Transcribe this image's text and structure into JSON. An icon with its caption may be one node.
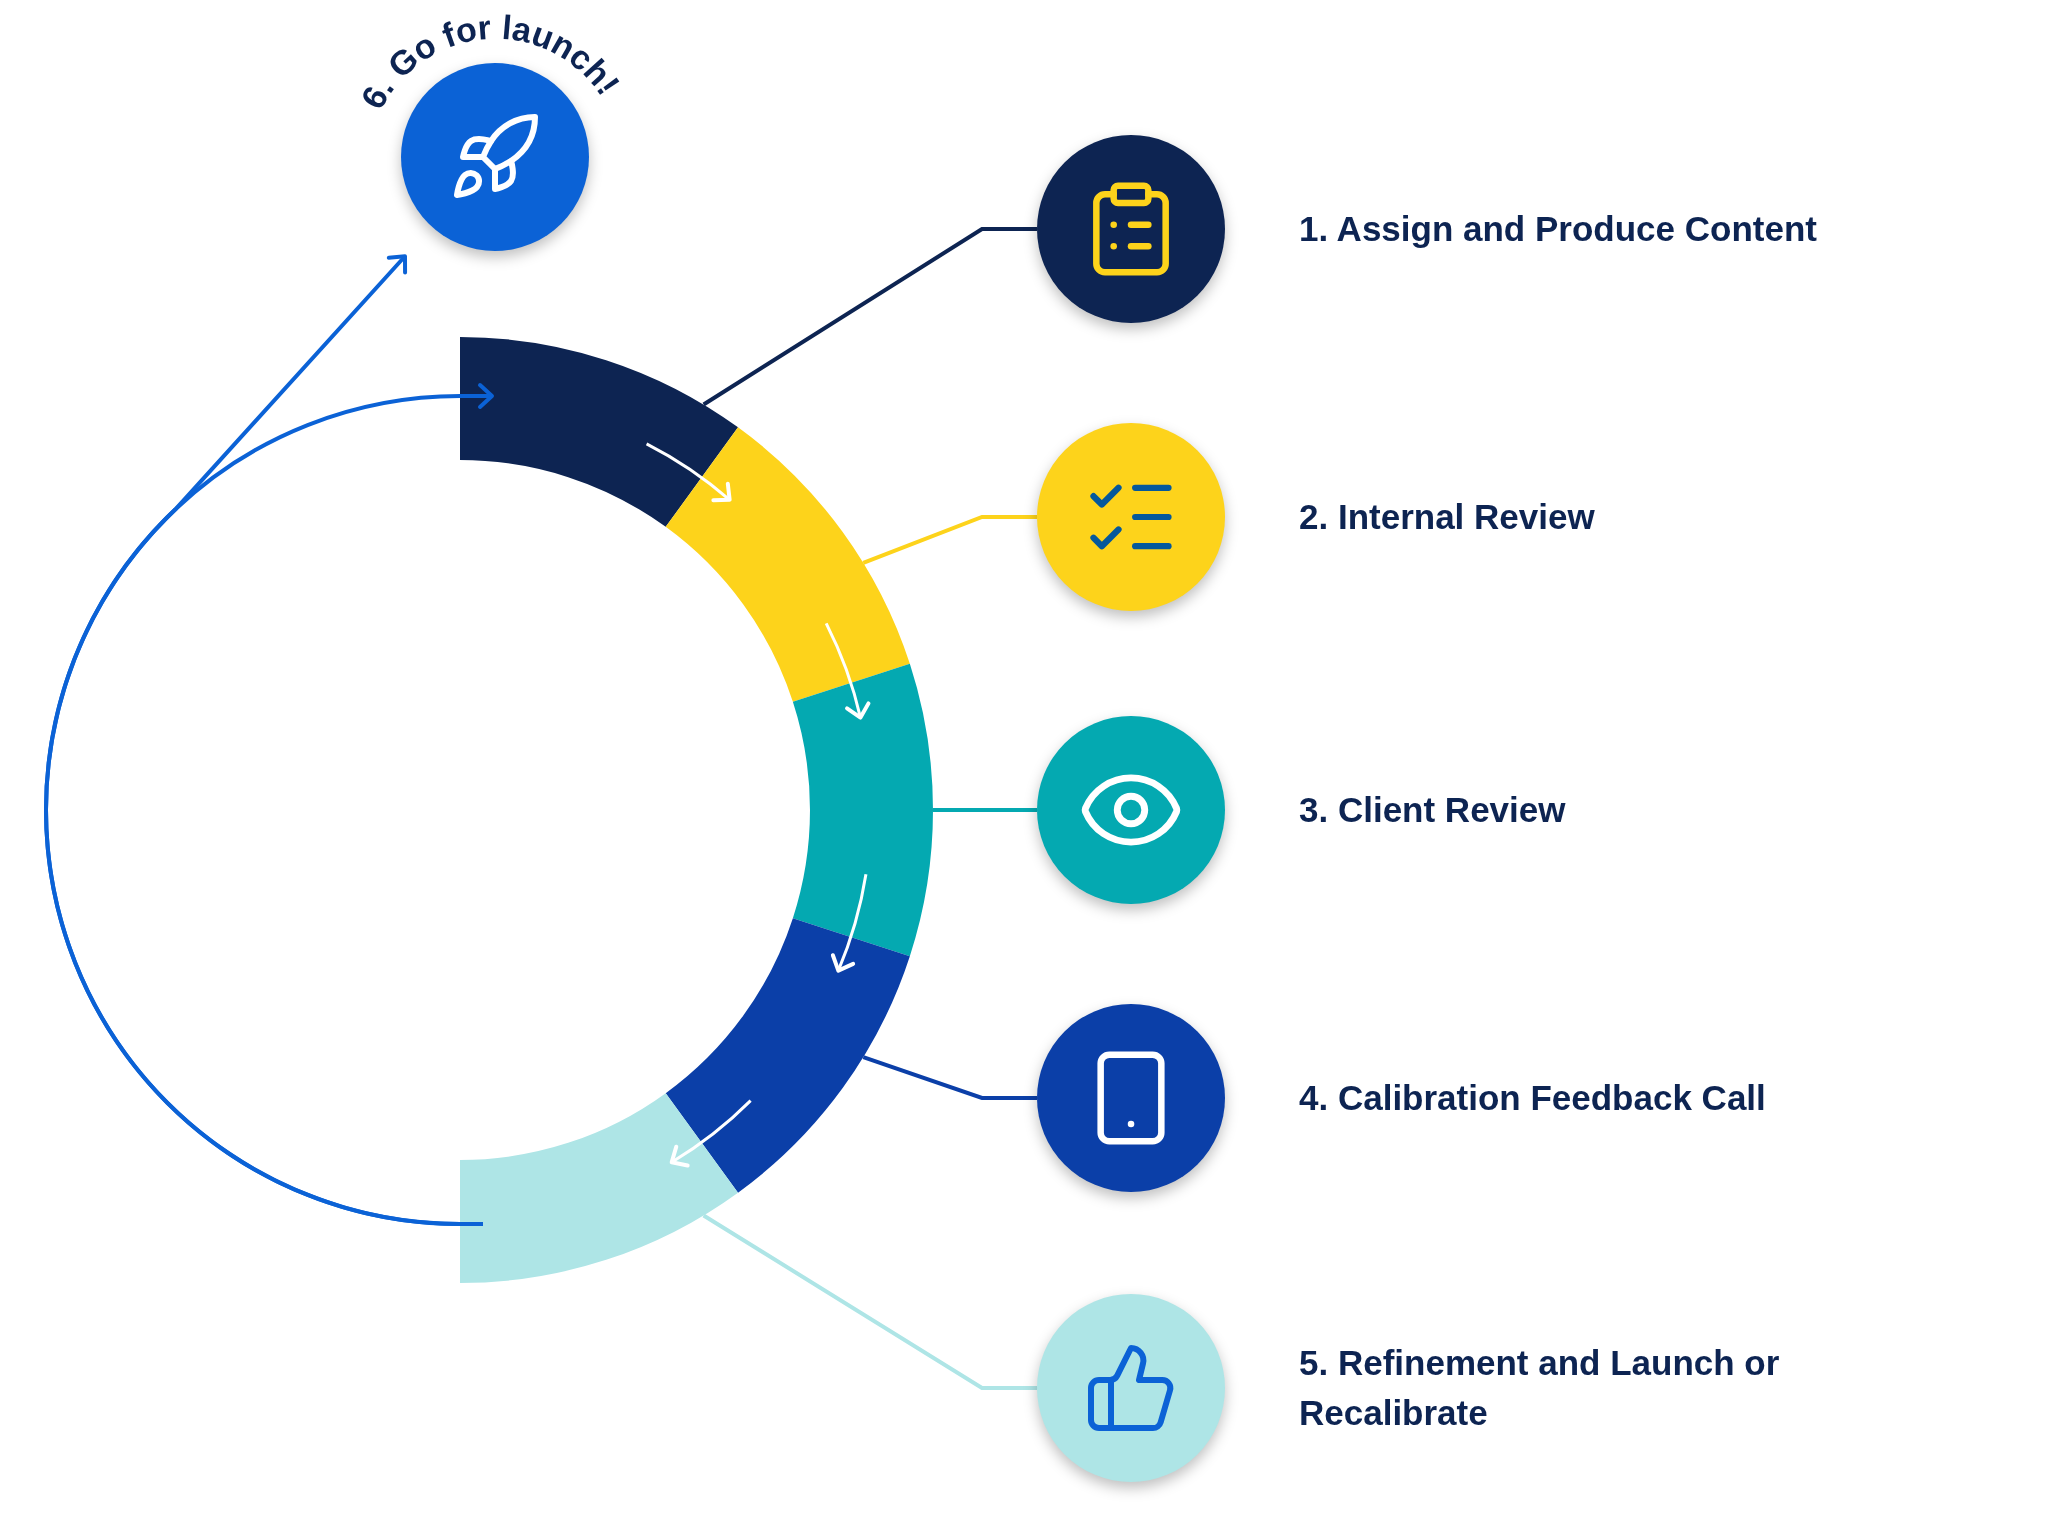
{
  "diagram": {
    "nodes": [
      {
        "text": [
          "6. Go for launch!"
        ]
      },
      {
        "text": [
          "1. Assign and Produce Content"
        ]
      },
      {
        "text": [
          "2. Internal Review"
        ]
      },
      {
        "text": [
          "3. Client Review"
        ]
      },
      {
        "text": [
          "4. Calibration Feedback Call"
        ]
      },
      {
        "text": [
          "5. Refinement and Launch or Recalibrate"
        ]
      },
      {
        "text": [],
        "shape": "arc"
      },
      {
        "text": [],
        "shape": "arc"
      },
      {
        "text": [],
        "shape": "arc"
      },
      {
        "text": [],
        "shape": "arc"
      },
      {
        "text": [],
        "shape": "arc"
      }
    ],
    "edges": [
      {
        "from": 6,
        "to": 1,
        "arrow": "none",
        "color": "#0d2452"
      },
      {
        "from": 7,
        "to": 2,
        "arrow": "none",
        "color": "#fdd31b"
      },
      {
        "from": 8,
        "to": 3,
        "arrow": "none",
        "color": "#04a9b1"
      },
      {
        "from": 9,
        "to": 4,
        "arrow": "none",
        "color": "#0b3fa8"
      },
      {
        "from": 10,
        "to": 5,
        "arrow": "none",
        "color": "#aee5e6"
      },
      {
        "from": 6,
        "to": 7,
        "arrow": "to",
        "color": "#ffffff"
      },
      {
        "from": 7,
        "to": 8,
        "arrow": "to",
        "color": "#ffffff"
      },
      {
        "from": 8,
        "to": 9,
        "arrow": "to",
        "color": "#ffffff"
      },
      {
        "from": 9,
        "to": 10,
        "arrow": "to",
        "color": "#ffffff"
      },
      {
        "from": 10,
        "to": 6,
        "arrow": "to",
        "color": "#0b62d6"
      },
      {
        "from": 10,
        "to": 0,
        "arrow": "to",
        "color": "#0b62d6"
      }
    ]
  }
}
